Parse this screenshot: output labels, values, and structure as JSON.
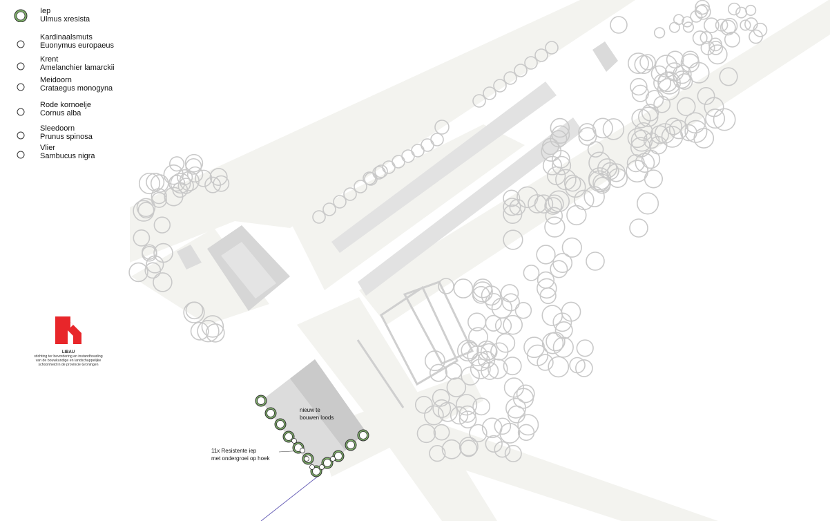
{
  "legend": {
    "items": [
      {
        "name": "Iep",
        "scientific": "Ulmus xresista",
        "symbol": "large"
      },
      {
        "name": "Kardinaalsmuts",
        "scientific": "Euonymus europaeus",
        "symbol": "small"
      },
      {
        "name": "Krent",
        "scientific": "Amelanchier lamarckii",
        "symbol": "small"
      },
      {
        "name": "Meidoorn",
        "scientific": "Crataegus monogyna",
        "symbol": "small"
      },
      {
        "name": "Rode kornoelje",
        "scientific": "Cornus alba",
        "symbol": "small"
      },
      {
        "name": "Sleedoorn",
        "scientific": "Prunus spinosa",
        "symbol": "small"
      },
      {
        "name": "Vlier",
        "scientific": "Sambucus nigra",
        "symbol": "small"
      }
    ]
  },
  "logo": {
    "name": "LIBAU",
    "tagline": [
      "stichting ter bevordering en instandhouding",
      "van de bouwkundige en landschappelijke",
      "schoonheid in de provincie Groningen"
    ],
    "color": "#e8262a"
  },
  "annotations": {
    "new_shed": [
      "nieuw te",
      "bouwen loods"
    ],
    "planting_note": [
      "11x Resistente iep",
      "met ondergroei op hoek"
    ]
  },
  "colors": {
    "road": "#f2f2ee",
    "shed": "#dcdcdc",
    "shed_dark": "#c8c8c8",
    "tree_outline": "#c9c9c9",
    "new_tree_fill": "#7fb06a",
    "leader_line": "#6a62b8"
  }
}
